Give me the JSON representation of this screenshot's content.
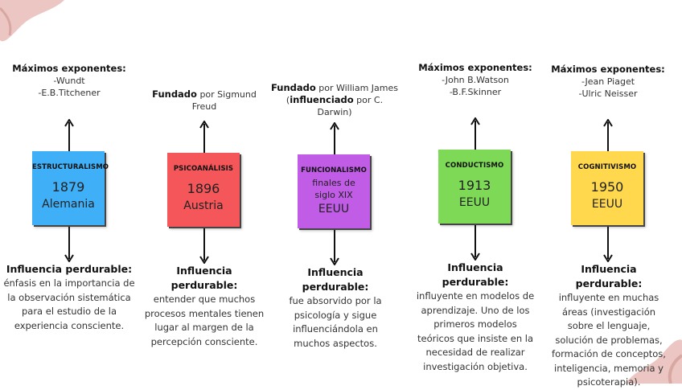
{
  "columns": [
    {
      "id": "estructuralismo",
      "color": "#3fb0f7",
      "top_label": "Máximos exponentes:",
      "top_lines": [
        "-Wundt",
        "-E.B.Titchener"
      ],
      "name": "ESTRUCTURALISMO",
      "year": "1879",
      "place": "Alemania",
      "influence_label": "Influencia perdurable:",
      "influence_text": "énfasis en la importancia de la observación sistemática para el estudio de la experiencia consciente."
    },
    {
      "id": "psicoanalisis",
      "color": "#f5565a",
      "top_bold": "Fundado",
      "top_rest": " por Sigmund Freud",
      "name": "PSICOANÁLISIS",
      "year": "1896",
      "place": "Austria",
      "influence_label": "Influencia perdurable:",
      "influence_text": "entender que muchos procesos mentales tienen lugar al margen de la percepción consciente."
    },
    {
      "id": "funcionalismo",
      "color": "#c05ce6",
      "top_bold": "Fundado",
      "top_rest_1": " por William James (",
      "top_bold_2": "influenciado",
      "top_rest_2": " por C. Darwin)",
      "name": "FUNCIONALISMO",
      "year": "finales de siglo XIX",
      "place": "EEUU",
      "influence_label": "Influencia perdurable:",
      "influence_text": "fue absorvido por la psicología y sigue influenciándola en muchos aspectos."
    },
    {
      "id": "conductismo",
      "color": "#7ed957",
      "top_label": "Máximos exponentes:",
      "top_lines": [
        "-John B.Watson",
        "-B.F.Skinner"
      ],
      "name": "CONDUCTISMO",
      "year": "1913",
      "place": "EEUU",
      "influence_label": "Influencia perdurable:",
      "influence_text": "influyente en modelos de aprendizaje. Uno de los primeros modelos teóricos que insiste en la necesidad de realizar investigación objetiva."
    },
    {
      "id": "cognitivismo",
      "color": "#ffd84d",
      "top_label": "Máximos exponentes:",
      "top_lines": [
        "-Jean Piaget",
        "-Ulric Neisser"
      ],
      "name": "COGNITIVISMO",
      "year": "1950",
      "place": "EEUU",
      "influence_label": "Influencia perdurable:",
      "influence_text": "influyente en muchas áreas (investigación sobre el lenguaje, solución de problemas, formación de conceptos, inteligencia, memoria y psicoterapia)."
    }
  ],
  "decor": {
    "blob_color": "#e7b5b0"
  }
}
